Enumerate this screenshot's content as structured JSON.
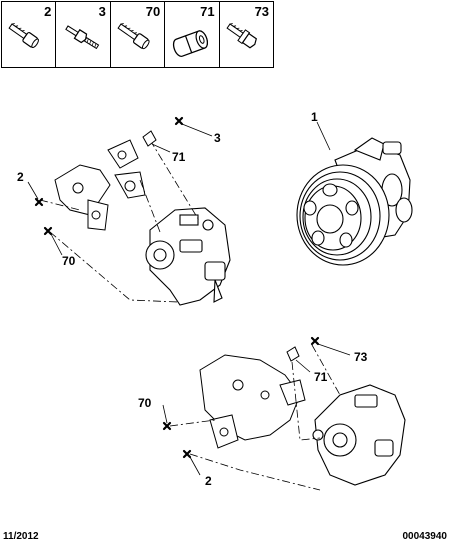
{
  "legend": {
    "items": [
      {
        "ref": "2",
        "icon": "socket-head-screw-icon"
      },
      {
        "ref": "3",
        "icon": "stud-bolt-icon"
      },
      {
        "ref": "70",
        "icon": "socket-head-screw-icon"
      },
      {
        "ref": "71",
        "icon": "spacer-sleeve-icon"
      },
      {
        "ref": "73",
        "icon": "flanged-screw-icon"
      }
    ]
  },
  "callouts": {
    "pump": "1",
    "upper_left_screw": "2",
    "upper_stud": "3",
    "upper_spacer": "71",
    "upper_screw_70": "70",
    "lower_screw_73": "73",
    "lower_spacer": "71",
    "lower_screw_70": "70",
    "lower_screw_2": "2"
  },
  "footer": {
    "date": "11/2012",
    "reference": "00043940"
  }
}
